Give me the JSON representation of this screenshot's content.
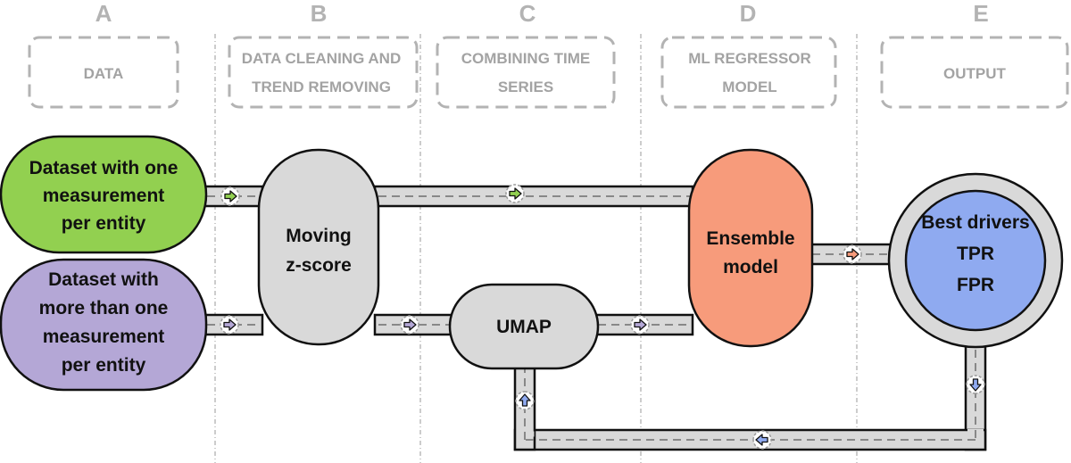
{
  "columns": [
    {
      "letter": "A",
      "title_lines": [
        "DATA"
      ]
    },
    {
      "letter": "B",
      "title_lines": [
        "DATA CLEANING  AND",
        "TREND REMOVING"
      ]
    },
    {
      "letter": "C",
      "title_lines": [
        "COMBINING TIME",
        "SERIES"
      ]
    },
    {
      "letter": "D",
      "title_lines": [
        "ML REGRESSOR",
        "MODEL"
      ]
    },
    {
      "letter": "E",
      "title_lines": [
        "OUTPUT"
      ]
    }
  ],
  "nodes": {
    "dataset_one": {
      "lines": [
        "Dataset with one",
        "measurement",
        "per entity"
      ],
      "color": "#92d050"
    },
    "dataset_many": {
      "lines": [
        "Dataset with",
        "more than one",
        "measurement",
        "per entity"
      ],
      "color": "#b4a7d6"
    },
    "moving_zscore": {
      "lines": [
        "Moving",
        "z-score"
      ],
      "color": "#d9d9d9"
    },
    "umap": {
      "lines": [
        "UMAP"
      ],
      "color": "#d9d9d9"
    },
    "ensemble": {
      "lines": [
        "Ensemble",
        "model"
      ],
      "color": "#f79b7b"
    },
    "output": {
      "lines": [
        "Best drivers",
        "TPR",
        "FPR"
      ],
      "color": "#8faaf0",
      "ring_color": "#d9d9d9"
    }
  },
  "colors": {
    "green_arrow": "#92d050",
    "purple_arrow": "#b4a7d6",
    "salmon_arrow": "#f79b7b",
    "blue_arrow": "#8faaf0",
    "pipe_fill": "#d9d9d9",
    "outline": "#111111"
  }
}
